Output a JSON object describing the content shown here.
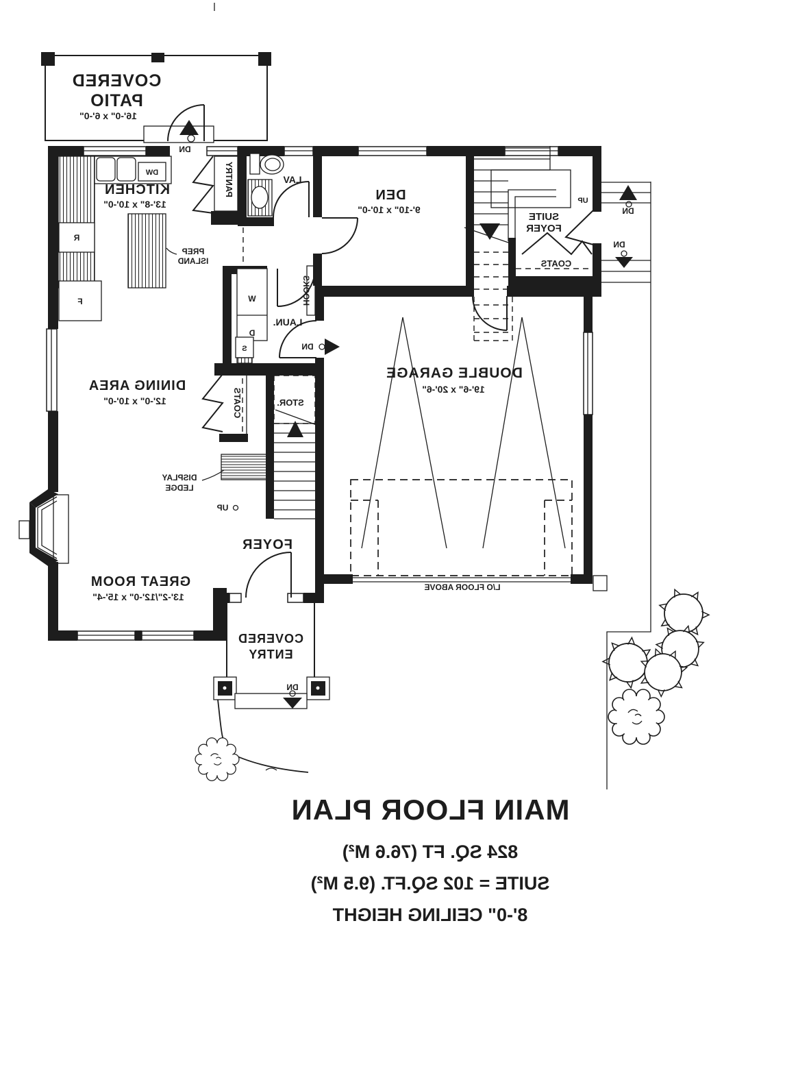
{
  "title_block": {
    "line1": "MAIN FLOOR PLAN",
    "line2": "824 SQ. FT (76.6 M²)",
    "line3": "SUITE = 102 SQ.FT. (9.5 M²)",
    "line4": "8'-0\" CEILING HEIGHT"
  },
  "rooms": {
    "covered_patio": {
      "name1": "COVERED",
      "name2": "PATIO",
      "dims": "16'-0\" x 6'-0\""
    },
    "kitchen": {
      "name": "KITCHEN",
      "dims": "13'-8\" x 10'-0\""
    },
    "pantry": {
      "name": "PANTRY"
    },
    "lav": {
      "name": "LAV"
    },
    "den": {
      "name": "DEN",
      "dims": "9'-10\" x 10'-0\""
    },
    "suite_foyer": {
      "name1": "SUITE",
      "name2": "FOYER"
    },
    "suite_coats": {
      "name": "COATS"
    },
    "laundry": {
      "name": "LAUN."
    },
    "dining": {
      "name": "DINING AREA",
      "dims": "12'-0\" x 10'-0\""
    },
    "garage": {
      "name": "DOUBLE GARAGE",
      "dims": "19'-6\" x 20'-6\"",
      "floor_above": "L/O FLOOR ABOVE"
    },
    "great_room": {
      "name": "GREAT ROOM",
      "dims": "13'-2\"/12'-0\" x 15'-4\""
    },
    "foyer": {
      "name": "FOYER"
    },
    "covered_entry": {
      "name1": "COVERED",
      "name2": "ENTRY"
    },
    "storage": {
      "name": "STOR."
    },
    "hall_coats": {
      "name": "COATS"
    },
    "hooks": {
      "name": "HOOKS"
    }
  },
  "fixtures": {
    "dishwasher": "DW",
    "washer": "W",
    "dryer": "D",
    "sink": "S",
    "range": "R",
    "fridge": "F",
    "prep_island1": "PREP",
    "prep_island2": "ISLAND",
    "display_ledge1": "DISPLAY",
    "display_ledge2": "LEDGE"
  },
  "nav": {
    "dn": "DN",
    "up": "UP"
  },
  "colors": {
    "ink": "#1d1d1d",
    "background": "#ffffff"
  }
}
